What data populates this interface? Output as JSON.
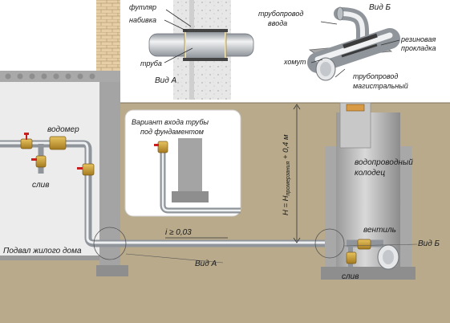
{
  "labels": {
    "casing": "футляр",
    "packing": "набивка",
    "pipe": "труба",
    "view_a_top": "Вид А",
    "inlet_pipeline_1": "трубопровод",
    "inlet_pipeline_2": "ввода",
    "view_b_top": "Вид Б",
    "rubber_gasket_1": "резиновая",
    "rubber_gasket_2": "прокладка",
    "clamp": "хомут",
    "main_pipeline_1": "трубопровод",
    "main_pipeline_2": "магистральный",
    "water_meter": "водомер",
    "drain_left": "слив",
    "variant_1": "Вариант входа трубы",
    "variant_2": "под фундаментом",
    "formula_main": "H = H",
    "formula_sub": "промерзания",
    "formula_tail": " + 0,4 м",
    "well_1": "водопроводный",
    "well_2": "колодец",
    "valve": "вентиль",
    "slope": "i ≥ 0,03",
    "basement": "Подвал жилого дома",
    "view_a_bottom": "Вид А",
    "view_b_bottom": "Вид Б",
    "drain_right": "слив"
  },
  "colors": {
    "ground": "#b7a98a",
    "wall": "#b4b4b4",
    "wall_dark": "#9a9a9a",
    "brick": "#e1c9a0",
    "pipe": "#c9ccd0",
    "pipe_edge": "#8f959b",
    "fitting": "#c8a040",
    "valve_red": "#c81e1e"
  }
}
